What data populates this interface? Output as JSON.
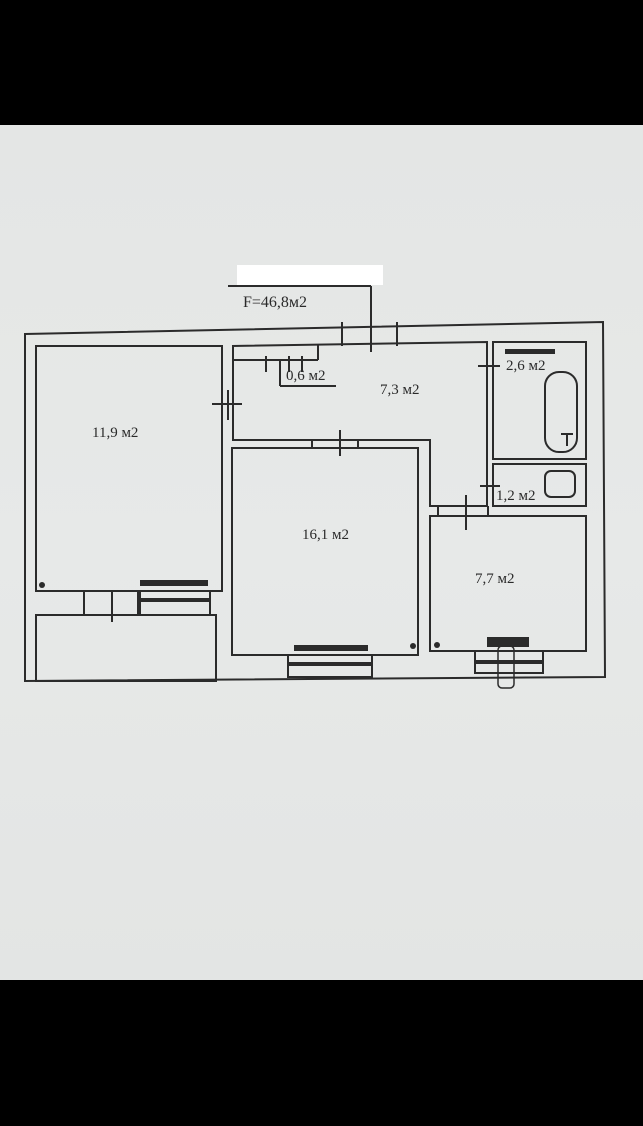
{
  "plan": {
    "total_area": "F=46,8м2",
    "rooms": [
      {
        "id": "room-1",
        "area": "11,9 м2"
      },
      {
        "id": "hall",
        "area": "7,3 м2"
      },
      {
        "id": "closet",
        "area": "0,6 м2"
      },
      {
        "id": "bath",
        "area": "2,6 м2"
      },
      {
        "id": "wc",
        "area": "1,2 м2"
      },
      {
        "id": "room-2",
        "area": "16,1 м2"
      },
      {
        "id": "kitchen",
        "area": "7,7 м2"
      }
    ]
  },
  "colors": {
    "background": "#000000",
    "paper": "#e5e7e6",
    "line": "#2b2b2b",
    "redaction": "#ffffff"
  }
}
